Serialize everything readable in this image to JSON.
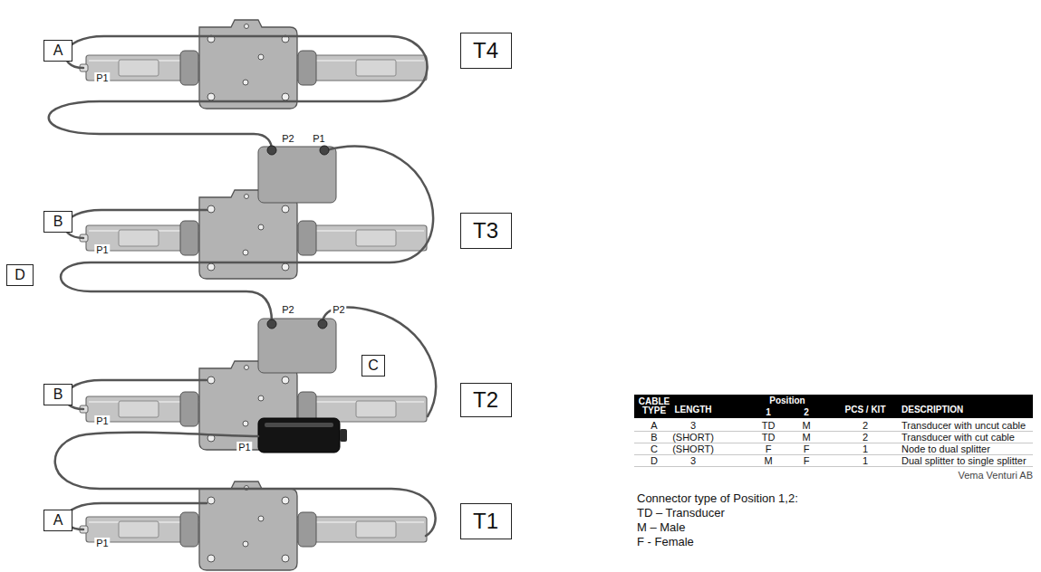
{
  "diagram": {
    "nodes": [
      {
        "text": [
          "A"
        ]
      },
      {
        "text": [
          "T4"
        ]
      },
      {
        "text": [
          "B"
        ]
      },
      {
        "text": [
          "T3"
        ]
      },
      {
        "text": [
          "D"
        ]
      },
      {
        "text": [
          "B"
        ]
      },
      {
        "text": [
          "T2"
        ]
      },
      {
        "text": [
          "C"
        ]
      },
      {
        "text": [
          "A"
        ]
      },
      {
        "text": [
          "T1"
        ]
      }
    ],
    "labels": [
      "P1",
      "P2",
      "P1",
      "P1",
      "P2",
      "P2",
      "P1",
      "P1",
      "P1",
      "CABLE TYPE",
      "LENGTH",
      "Position",
      "1",
      "2",
      "PCS / KIT",
      "DESCRIPTION",
      "A",
      "3",
      "TD",
      "M",
      "2",
      "Transducer with uncut cable",
      "B",
      "(SHORT)",
      "TD",
      "M",
      "2",
      "Transducer with cut cable",
      "C",
      "(SHORT)",
      "F",
      "F",
      "1",
      "Node to dual splitter",
      "D",
      "3",
      "M",
      "F",
      "1",
      "Dual splitter to single splitter",
      "Vema Venturi AB",
      "Connector type of Position 1,2:",
      "TD – Transducer",
      "M – Male",
      "F - Female"
    ]
  }
}
